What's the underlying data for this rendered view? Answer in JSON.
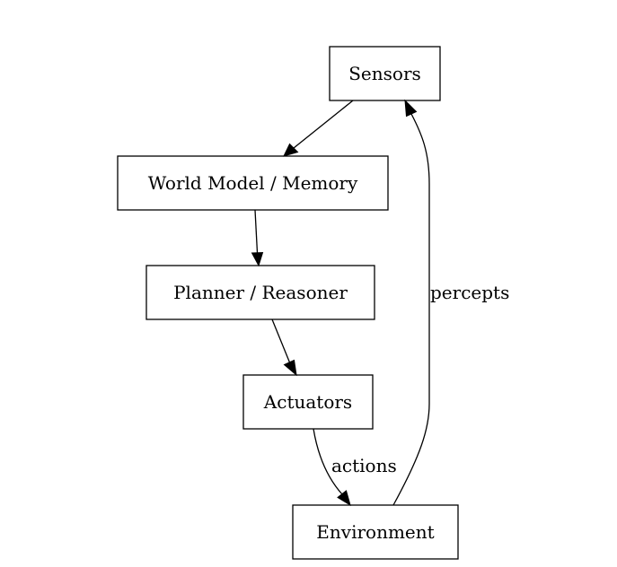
{
  "diagram": {
    "nodes": {
      "sensors": "Sensors",
      "world_model": "World Model / Memory",
      "planner": "Planner / Reasoner",
      "actuators": "Actuators",
      "environment": "Environment"
    },
    "edges": {
      "actions_label": "actions",
      "percepts_label": "percepts"
    }
  }
}
